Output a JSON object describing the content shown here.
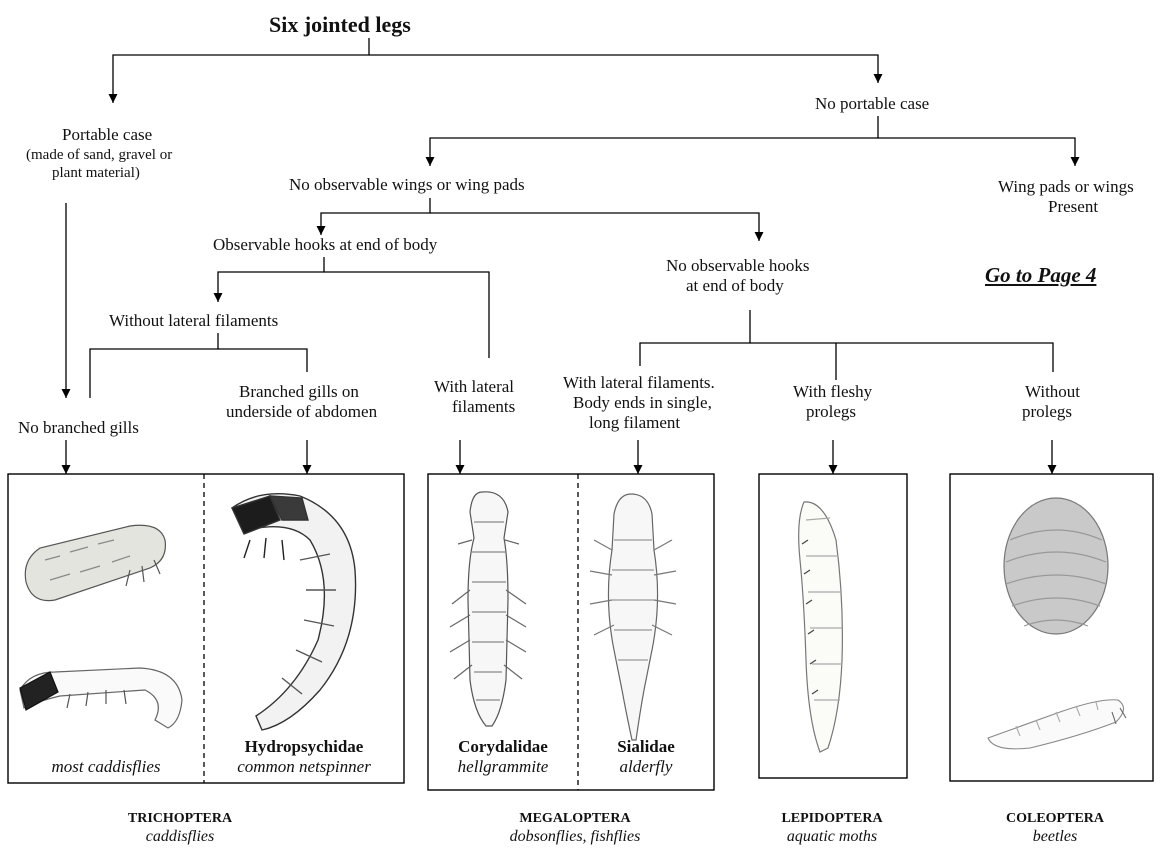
{
  "title": "Six jointed legs",
  "nodes": {
    "portable_case": "Portable case",
    "portable_case_note_1": "(made of sand, gravel or",
    "portable_case_note_2": "plant material)",
    "no_portable_case": "No portable case",
    "no_wings": "No observable wings or wing pads",
    "wings_present_1": "Wing pads or wings",
    "wings_present_2": "Present",
    "go_to": "Go to Page 4",
    "hooks": "Observable hooks at end of body",
    "no_hooks_1": "No observable hooks",
    "no_hooks_2": "at end of body",
    "without_lateral": "Without lateral filaments",
    "no_branched": "No branched gills",
    "branched_1": "Branched gills on",
    "branched_2": "underside of abdomen",
    "with_lateral_1": "With lateral",
    "with_lateral_2": "filaments",
    "single_filament_1": "With lateral filaments.",
    "single_filament_2": "Body ends in single,",
    "single_filament_3": "long filament",
    "fleshy_1": "With fleshy",
    "fleshy_2": "prolegs",
    "without_prolegs_1": "Without",
    "without_prolegs_2": "prolegs"
  },
  "taxa": {
    "caddis_common": "most caddisflies",
    "hydro_family": "Hydropsychidae",
    "hydro_common": "common netspinner",
    "cory_family": "Corydalidae",
    "cory_common": "hellgrammite",
    "sial_family": "Sialidae",
    "sial_common": "alderfly"
  },
  "orders": {
    "trichoptera": {
      "name": "TRICHOPTERA",
      "common": "caddisflies"
    },
    "megaloptera": {
      "name": "MEGALOPTERA",
      "common": "dobsonflies, fishflies"
    },
    "lepidoptera": {
      "name": "LEPIDOPTERA",
      "common": "aquatic moths"
    },
    "coleoptera": {
      "name": "COLEOPTERA",
      "common": "beetles"
    }
  }
}
